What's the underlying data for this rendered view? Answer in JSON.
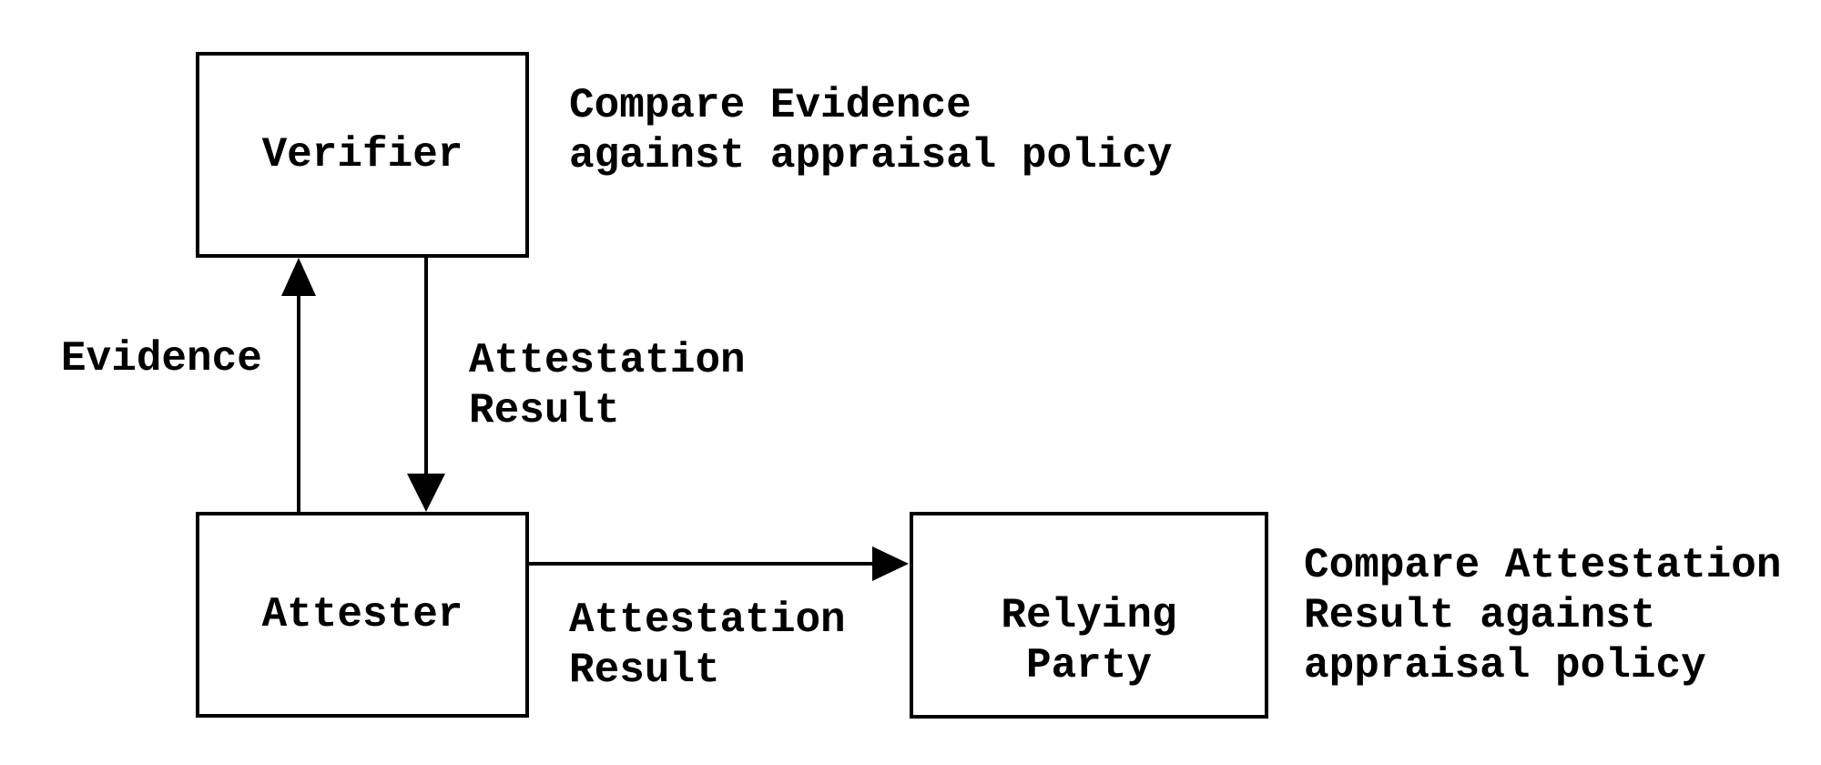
{
  "diagram": {
    "colors": {
      "ink": "#000000",
      "background": "#ffffff"
    },
    "boxes": [
      {
        "id": "verifier",
        "label": "Verifier"
      },
      {
        "id": "attester",
        "label": "Attester"
      },
      {
        "id": "relying_party",
        "label": "Relying\nParty"
      }
    ],
    "arrows": [
      {
        "id": "evidence",
        "from": "attester",
        "to": "verifier",
        "direction": "up",
        "label": "Evidence"
      },
      {
        "id": "attestation_result_down",
        "from": "verifier",
        "to": "attester",
        "direction": "down",
        "label": "Attestation\nResult"
      },
      {
        "id": "attestation_result_right",
        "from": "attester",
        "to": "relying_party",
        "direction": "right",
        "label": "Attestation\nResult"
      }
    ],
    "annotations": [
      {
        "for": "verifier",
        "text": "Compare Evidence\nagainst appraisal policy"
      },
      {
        "for": "relying_party",
        "text": "Compare Attestation\nResult against\nappraisal policy"
      }
    ]
  }
}
